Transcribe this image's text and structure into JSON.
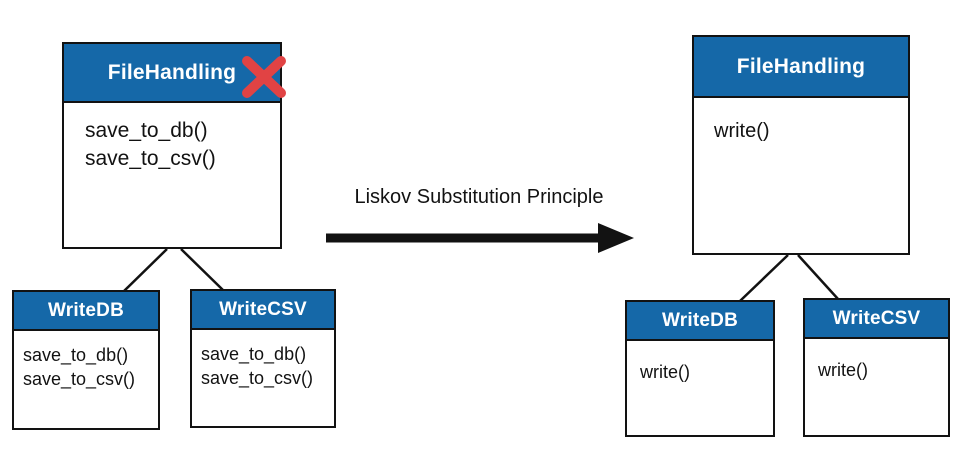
{
  "colors": {
    "header_blue": "#1568a8",
    "ink": "#121212",
    "x_red": "#e14344",
    "background": "#ffffff"
  },
  "arrow_label": "Liskov Substitution Principle",
  "before": {
    "parent": {
      "title": "FileHandling",
      "methods": [
        "save_to_db()",
        "save_to_csv()"
      ],
      "invalid_icon": "red-x"
    },
    "children": [
      {
        "title": "WriteDB",
        "methods": [
          "save_to_db()",
          "save_to_csv()"
        ]
      },
      {
        "title": "WriteCSV",
        "methods": [
          "save_to_db()",
          "save_to_csv()"
        ]
      }
    ]
  },
  "after": {
    "parent": {
      "title": "FileHandling",
      "methods": [
        "write()"
      ]
    },
    "children": [
      {
        "title": "WriteDB",
        "methods": [
          "write()"
        ]
      },
      {
        "title": "WriteCSV",
        "methods": [
          "write()"
        ]
      }
    ]
  }
}
